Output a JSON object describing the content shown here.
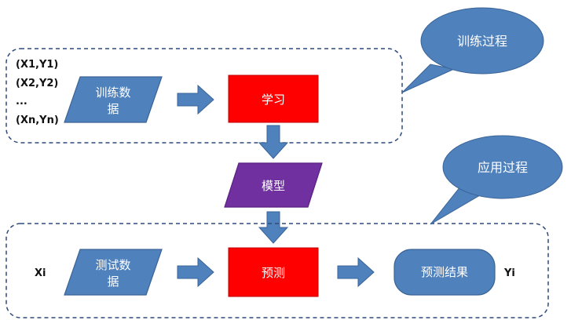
{
  "training_callout": "训练过程",
  "application_callout": "应用过程",
  "training_samples": [
    "(X1,Y1)",
    "(X2,Y2)",
    "...",
    "(Xn,Yn)"
  ],
  "training_data": {
    "line1": "训练数",
    "line2": "据"
  },
  "learn": "学习",
  "model": "模型",
  "test_input": "Xi",
  "test_data": {
    "line1": "测试数",
    "line2": "据"
  },
  "predict": "预测",
  "result": "预测结果",
  "test_output": "Yi",
  "colors": {
    "blue": "#4f81bd",
    "blue_border": "#3a6496",
    "red": "#ff0000",
    "purple": "#7030a0",
    "dashed_border": "#2e4a7a"
  }
}
